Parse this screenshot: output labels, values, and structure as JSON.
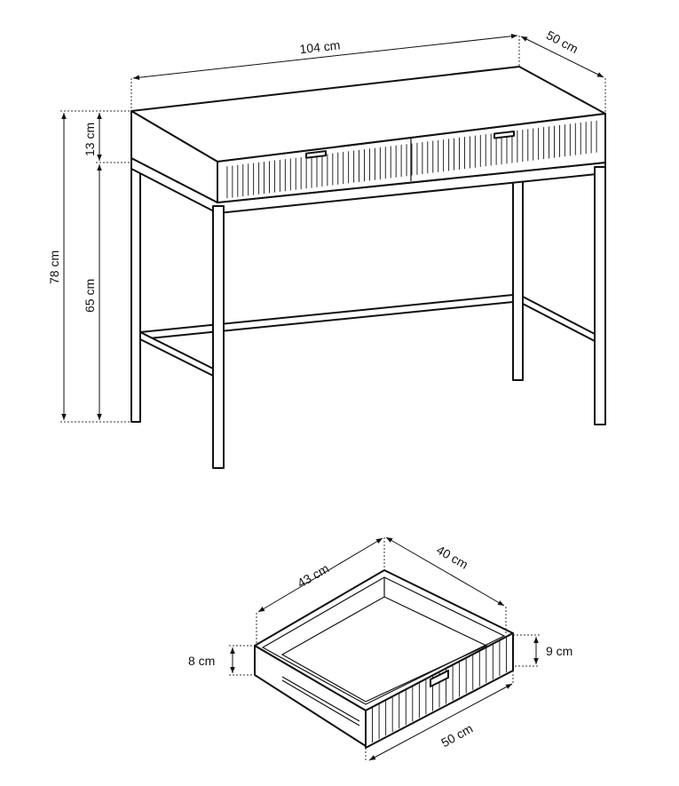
{
  "desk": {
    "width_label": "104 cm",
    "depth_label": "50 cm",
    "total_height_label": "78 cm",
    "top_height_label": "13 cm",
    "leg_height_label": "65 cm"
  },
  "drawer": {
    "length_label": "43 cm",
    "inner_width_label": "40 cm",
    "front_width_label": "50 cm",
    "side_height_label": "8 cm",
    "front_height_label": "9 cm"
  },
  "colors": {
    "line": "#111111",
    "background": "#ffffff"
  }
}
